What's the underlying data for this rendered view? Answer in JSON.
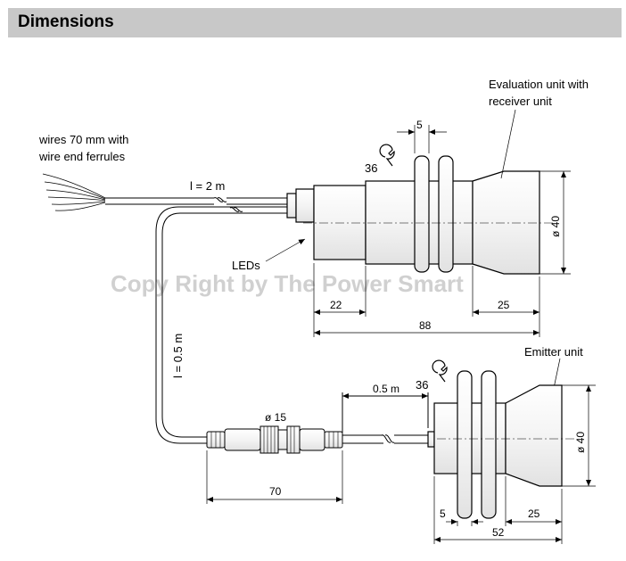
{
  "header": {
    "title": "Dimensions"
  },
  "labels": {
    "wires_line1": "wires 70 mm with",
    "wires_line2": "wire end ferrules",
    "cable_top": "l = 2 m",
    "cable_mid": "l = 0.5 m",
    "cable_short": "0.5 m",
    "leds": "LEDs",
    "eval_line1": "Evaluation unit with",
    "eval_line2": "receiver unit",
    "emitter": "Emitter unit",
    "connector_dia": "ø 15",
    "watermark": "Copy Right by The Power Smart"
  },
  "receiver": {
    "wrench_size": "36",
    "nut_width": "5",
    "len_22": "22",
    "len_88": "88",
    "len_25": "25",
    "dia_40": "ø 40"
  },
  "emitter_unit": {
    "wrench_size": "36",
    "len_5": "5",
    "len_25": "25",
    "len_52": "52",
    "dia_40": "ø 40"
  },
  "connector": {
    "len_70": "70"
  }
}
